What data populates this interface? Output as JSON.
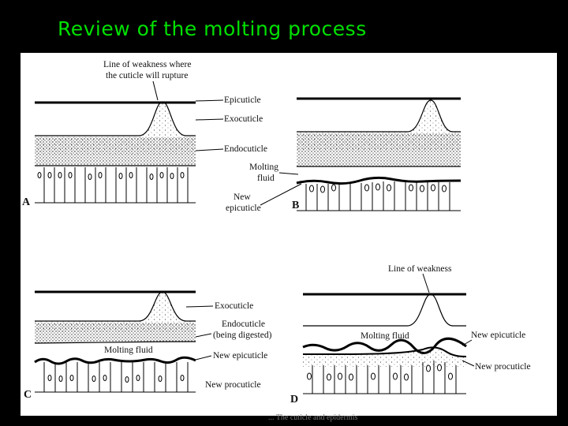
{
  "title": "Review of the molting process",
  "figure": {
    "panel_a": {
      "letter": "A",
      "weakness_label": "Line of weakness where the cuticle will rupture",
      "weakness_line1": "Line of weakness where",
      "weakness_line2": "the cuticle will rupture",
      "epicuticle": "Epicuticle",
      "exocuticle": "Exocuticle",
      "endocuticle": "Endocuticle"
    },
    "panel_b": {
      "letter": "B",
      "molting_fluid_1": "Molting",
      "molting_fluid_2": "fluid",
      "new_epicuticle_1": "New",
      "new_epicuticle_2": "epicuticle"
    },
    "panel_c": {
      "letter": "C",
      "exocuticle": "Exocuticle",
      "endocuticle_1": "Endocuticle",
      "endocuticle_2": "(being digested)",
      "molting_fluid": "Molting fluid",
      "new_epicuticle": "New epicuticle",
      "new_procuticle": "New procuticle"
    },
    "panel_d": {
      "letter": "D",
      "line_of_weakness": "Line of weakness",
      "molting_fluid": "Molting fluid",
      "new_epicuticle": "New epicuticle",
      "new_procuticle": "New procuticle"
    }
  },
  "caption": "... The cuticle and epidermis"
}
